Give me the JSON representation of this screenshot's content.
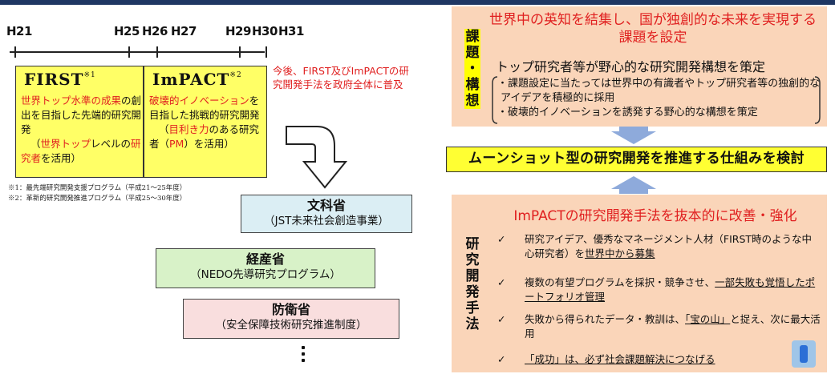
{
  "timeline": {
    "labels": [
      "H21",
      "H25",
      "H26",
      "H27",
      "H29",
      "H30",
      "H31"
    ]
  },
  "first_box": {
    "title": "FIRST",
    "mark": "※1",
    "desc_red1": "世界トップ水準の成果",
    "desc_black1": "の創出を目指した先端的研究開発",
    "desc_open": "（",
    "desc_red2": "世界トップ",
    "desc_black2": "レベルの",
    "desc_red3": "研究者",
    "desc_black3": "を活用）"
  },
  "impact_box": {
    "title": "ImPACT",
    "mark": "※2",
    "desc_red1": "破壊的イノベーション",
    "desc_black1": "を目指した挑戦的研究開発",
    "desc_open": "（",
    "desc_red2": "目利き力",
    "desc_black2": "のある研究者（",
    "desc_red3": "PM",
    "desc_black3": "）を活用）"
  },
  "future_note": "今後、FIRST及びImPACTの研究開発手法を政府全体に普及",
  "footnotes": [
    "※1：最先端研究開発支援プログラム（平成21～25年度）",
    "※2：革新的研究開発推進プログラム（平成25～30年度）"
  ],
  "ministries": [
    {
      "name": "文科省",
      "sub": "（JST未来社会創造事業）",
      "color": "#dbeef4"
    },
    {
      "name": "経産省",
      "sub": "（NEDO先導研究プログラム）",
      "color": "#d8f2c8"
    },
    {
      "name": "防衛省",
      "sub": "（安全保障技術研究推進制度）",
      "color": "#f9dede"
    }
  ],
  "theme_panel": {
    "label": "課題・構想",
    "red_title": "世界中の英知を結集し、国が独創的な未来を実現する課題を設定",
    "subtitle": "トップ研究者等が野心的な研究開発構想を策定",
    "bullets": [
      "・課題設定に当たっては世界中の有識者やトップ研究者等の独創的なアイデアを積極的に採用",
      "・破壊的イノベーションを誘発する野心的な構想を策定"
    ]
  },
  "moonshot": "ムーンショット型の研究開発を推進する仕組みを検討",
  "method_panel": {
    "label": "研究開発手法",
    "red_title": "ImPACTの研究開発手法を抜本的に改善・強化",
    "check": "✓",
    "items": [
      {
        "pre": "研究アイデア、優秀なマネージメント人材（FIRST時のような中心研究者）を",
        "u": "世界中から募集",
        "post": ""
      },
      {
        "pre": "複数の有望プログラムを採択・競争させ、",
        "u": "一部失敗も覚悟したポートフォリオ管理",
        "post": ""
      },
      {
        "pre": "失敗から得られたデータ・教訓は、",
        "u": "「宝の山」",
        "post": "と捉え、次に最大活用"
      },
      {
        "pre": "",
        "u": "「成功」は、必ず社会課題解決につなげる",
        "post": ""
      }
    ]
  },
  "colors": {
    "accent_red": "#e02020",
    "yellow_box": "#ffff66",
    "peach_panel": "#fad5b9",
    "arrow_blue": "#8eaadb",
    "top_bar": "#1f3763"
  }
}
